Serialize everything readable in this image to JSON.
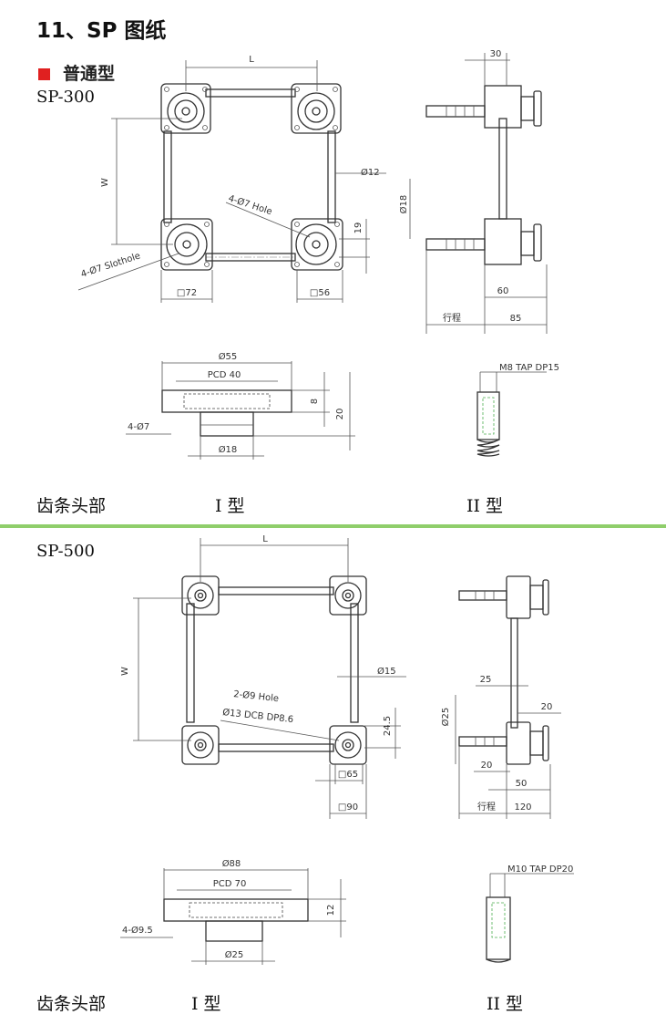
{
  "heading": "11、SP 图纸",
  "subheading": "普通型",
  "sections": [
    {
      "model": "SP-300",
      "caption_left": "齿条头部",
      "caption_type1": "I 型",
      "caption_type2": "II 型",
      "dims": {
        "L": "L",
        "W": "W",
        "shaft_dia": "Ø12",
        "hole": "4-Ø7 Hole",
        "slothole": "4-Ø7 Slothole",
        "h19": "19",
        "sq72": "□72",
        "sq56": "□56",
        "side30": "30",
        "side18": "Ø18",
        "side60": "60",
        "side85": "85",
        "stroke": "行程",
        "flange_dia": "Ø55",
        "pcd": "PCD 40",
        "h8": "8",
        "h20": "20",
        "flange_holes": "4-Ø7",
        "boss_dia": "Ø18",
        "tap": "M8 TAP DP15"
      }
    },
    {
      "model": "SP-500",
      "caption_left": "齿条头部",
      "caption_type1": "I 型",
      "caption_type2": "II 型",
      "dims": {
        "L": "L",
        "W": "W",
        "shaft_dia": "Ø15",
        "hole": "2-Ø9 Hole",
        "dcb": "Ø13 DCB DP8.6",
        "h245": "24.5",
        "sq65": "□65",
        "sq90": "□90",
        "side25a": "25",
        "side25d": "Ø25",
        "side20a": "20",
        "side20b": "20",
        "side50": "50",
        "side120": "120",
        "stroke": "行程",
        "flange_dia": "Ø88",
        "pcd": "PCD 70",
        "h12": "12",
        "flange_holes": "4-Ø9.5",
        "boss_dia": "Ø25",
        "tap": "M10 TAP DP20"
      }
    }
  ]
}
